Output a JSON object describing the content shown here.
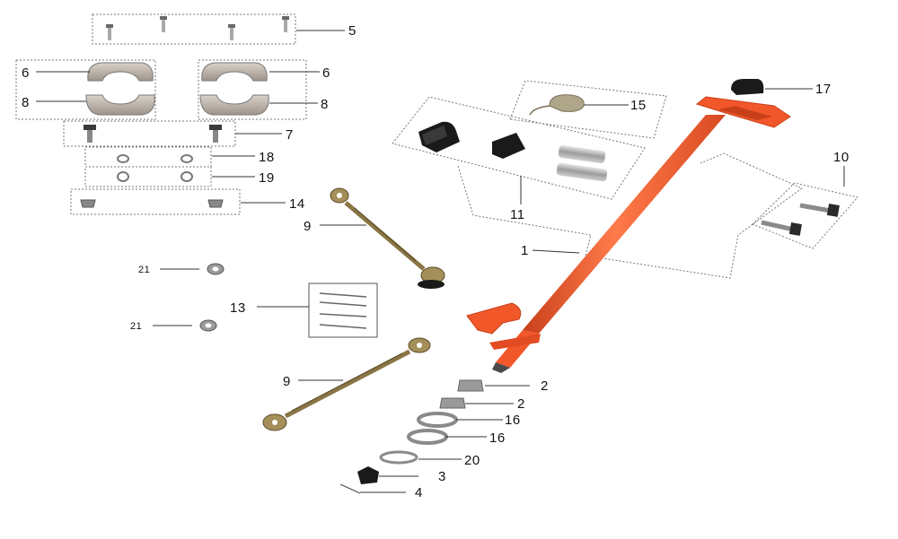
{
  "colors": {
    "tube": "#f2572a",
    "tube_shade": "#c8401a",
    "tube_light": "#ff8a60",
    "metal": "#a9a9a9",
    "metal_dark": "#6a6a6a",
    "bracket": "#c0b5aa",
    "rod": "#8a7545",
    "rubber": "#1a1a1a"
  },
  "callouts": {
    "p1": "1",
    "p2a": "2",
    "p2b": "2",
    "p3": "3",
    "p4": "4",
    "p5": "5",
    "p6a": "6",
    "p6b": "6",
    "p7": "7",
    "p8a": "8",
    "p8b": "8",
    "p9a": "9",
    "p9b": "9",
    "p10": "10",
    "p11": "11",
    "p13": "13",
    "p14": "14",
    "p15": "15",
    "p16a": "16",
    "p16b": "16",
    "p17": "17",
    "p18": "18",
    "p19": "19",
    "p20": "20",
    "p21a": "21",
    "p21b": "21"
  }
}
